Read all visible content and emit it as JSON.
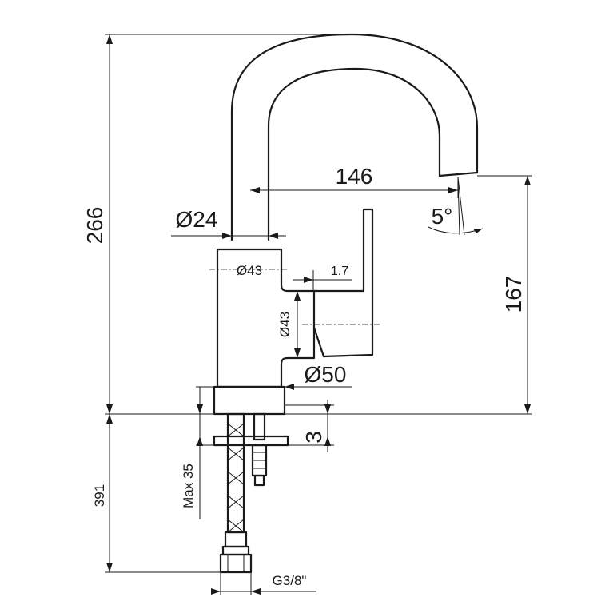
{
  "dimensions": {
    "total_height": "266",
    "spout_reach": "146",
    "spout_angle": "5°",
    "pipe_diameter": "Ø24",
    "body_top_diameter": "Ø43",
    "handle_offset": "1.7",
    "body_side_diameter": "Ø43",
    "base_diameter": "Ø50",
    "spout_height": "167",
    "base_gap": "3",
    "max_thickness": "Max 35",
    "hose_length": "391",
    "thread": "G3/8\""
  }
}
